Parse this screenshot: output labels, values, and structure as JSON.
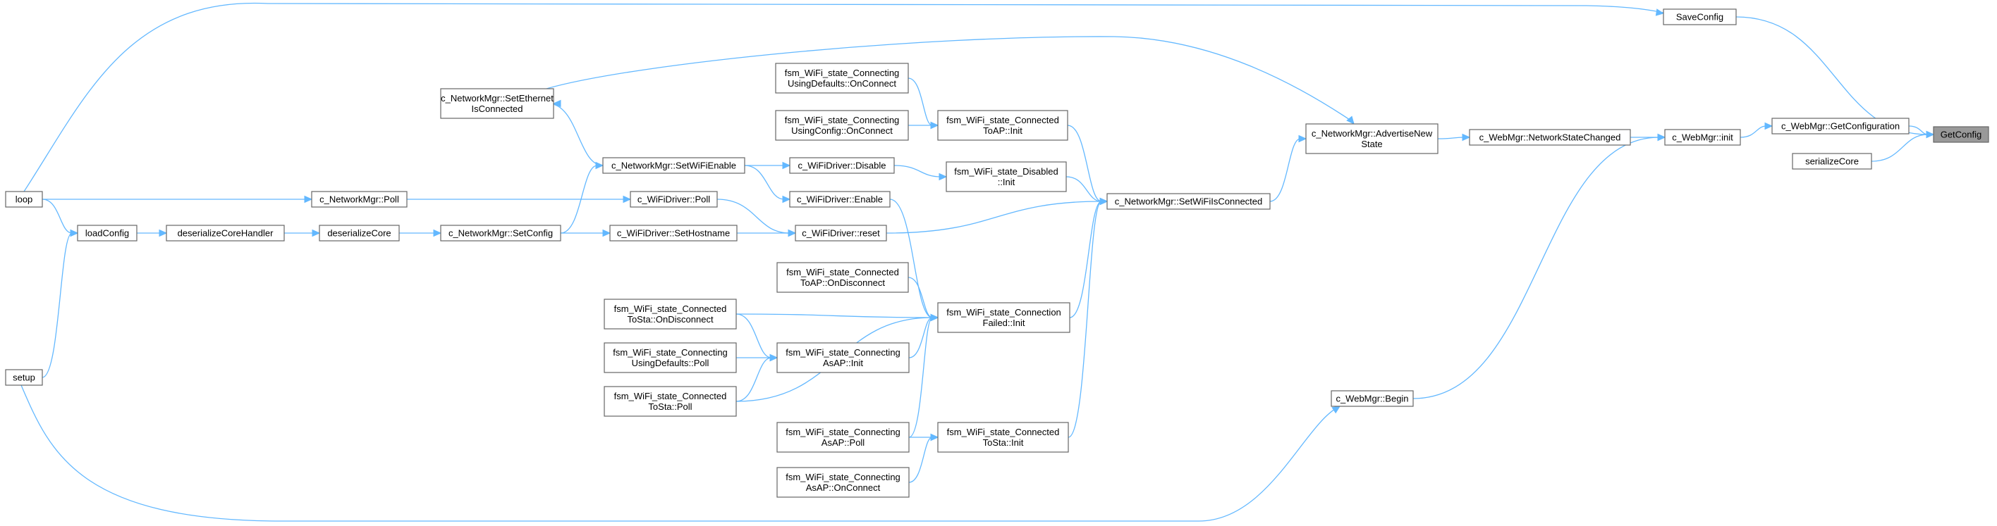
{
  "diagram": {
    "colors": {
      "edge": "#63b8ff",
      "node_border": "#666666",
      "root_fill": "#999999",
      "node_fill": "#ffffff"
    },
    "nodes": [
      {
        "id": "GetConfig",
        "lines": [
          "GetConfig"
        ],
        "root": true
      },
      {
        "id": "SaveConfig",
        "lines": [
          "SaveConfig"
        ]
      },
      {
        "id": "GetConfiguration",
        "lines": [
          "c_WebMgr::GetConfiguration"
        ]
      },
      {
        "id": "serializeCore",
        "lines": [
          "serializeCore"
        ]
      },
      {
        "id": "WebMgrInit",
        "lines": [
          "c_WebMgr::init"
        ]
      },
      {
        "id": "NetworkStateChanged",
        "lines": [
          "c_WebMgr::NetworkStateChanged"
        ]
      },
      {
        "id": "AdvertiseNewState",
        "lines": [
          "c_NetworkMgr::AdvertiseNew",
          "State"
        ]
      },
      {
        "id": "SetWiFiIsConnected",
        "lines": [
          "c_NetworkMgr::SetWiFiIsConnected"
        ]
      },
      {
        "id": "WebMgrBegin",
        "lines": [
          "c_WebMgr::Begin"
        ]
      },
      {
        "id": "SetEthernetIsConnected",
        "lines": [
          "c_NetworkMgr::SetEthernet",
          "IsConnected"
        ]
      },
      {
        "id": "SetWiFiEnable",
        "lines": [
          "c_NetworkMgr::SetWiFiEnable"
        ]
      },
      {
        "id": "WiFiDriverDisable",
        "lines": [
          "c_WiFiDriver::Disable"
        ]
      },
      {
        "id": "WiFiDriverEnable",
        "lines": [
          "c_WiFiDriver::Enable"
        ]
      },
      {
        "id": "WiFiDriverReset",
        "lines": [
          "c_WiFiDriver::reset"
        ]
      },
      {
        "id": "WiFiDriverPoll",
        "lines": [
          "c_WiFiDriver::Poll"
        ]
      },
      {
        "id": "WiFiDriverSetHostname",
        "lines": [
          "c_WiFiDriver::SetHostname"
        ]
      },
      {
        "id": "NetworkMgrPoll",
        "lines": [
          "c_NetworkMgr::Poll"
        ]
      },
      {
        "id": "NetworkMgrSetConfig",
        "lines": [
          "c_NetworkMgr::SetConfig"
        ]
      },
      {
        "id": "deserializeCore",
        "lines": [
          "deserializeCore"
        ]
      },
      {
        "id": "deserializeCoreHandler",
        "lines": [
          "deserializeCoreHandler"
        ]
      },
      {
        "id": "loadConfig",
        "lines": [
          "loadConfig"
        ]
      },
      {
        "id": "loop",
        "lines": [
          "loop"
        ]
      },
      {
        "id": "setup",
        "lines": [
          "setup"
        ]
      },
      {
        "id": "ConnUsingDefaultsOnConnect",
        "lines": [
          "fsm_WiFi_state_Connecting",
          "UsingDefaults::OnConnect"
        ]
      },
      {
        "id": "ConnUsingConfigOnConnect",
        "lines": [
          "fsm_WiFi_state_Connecting",
          "UsingConfig::OnConnect"
        ]
      },
      {
        "id": "ConnectedToAPInit",
        "lines": [
          "fsm_WiFi_state_Connected",
          "ToAP::Init"
        ]
      },
      {
        "id": "DisabledInit",
        "lines": [
          "fsm_WiFi_state_Disabled",
          "::Init"
        ]
      },
      {
        "id": "ConnectedToAPOnDisconnect",
        "lines": [
          "fsm_WiFi_state_Connected",
          "ToAP::OnDisconnect"
        ]
      },
      {
        "id": "ConnectionFailedInit",
        "lines": [
          "fsm_WiFi_state_Connection",
          "Failed::Init"
        ]
      },
      {
        "id": "ConnectedToStaOnDisconnect",
        "lines": [
          "fsm_WiFi_state_Connected",
          "ToSta::OnDisconnect"
        ]
      },
      {
        "id": "ConnUsingDefaultsPoll",
        "lines": [
          "fsm_WiFi_state_Connecting",
          "UsingDefaults::Poll"
        ]
      },
      {
        "id": "ConnectingAsAPInit",
        "lines": [
          "fsm_WiFi_state_Connecting",
          "AsAP::Init"
        ]
      },
      {
        "id": "ConnectedToStaPoll",
        "lines": [
          "fsm_WiFi_state_Connected",
          "ToSta::Poll"
        ]
      },
      {
        "id": "ConnectingAsAPPoll",
        "lines": [
          "fsm_WiFi_state_Connecting",
          "AsAP::Poll"
        ]
      },
      {
        "id": "ConnectedToStaInit",
        "lines": [
          "fsm_WiFi_state_Connected",
          "ToSta::Init"
        ]
      },
      {
        "id": "ConnectingAsAPOnConnect",
        "lines": [
          "fsm_WiFi_state_Connecting",
          "AsAP::OnConnect"
        ]
      }
    ],
    "edges": [
      [
        "SaveConfig",
        "GetConfig"
      ],
      [
        "GetConfiguration",
        "GetConfig"
      ],
      [
        "serializeCore",
        "GetConfig"
      ],
      [
        "WebMgrInit",
        "GetConfiguration"
      ],
      [
        "NetworkStateChanged",
        "WebMgrInit"
      ],
      [
        "WebMgrBegin",
        "WebMgrInit"
      ],
      [
        "AdvertiseNewState",
        "NetworkStateChanged"
      ],
      [
        "SetEthernetIsConnected",
        "AdvertiseNewState"
      ],
      [
        "SetWiFiIsConnected",
        "AdvertiseNewState"
      ],
      [
        "ConnectedToAPInit",
        "SetWiFiIsConnected"
      ],
      [
        "DisabledInit",
        "SetWiFiIsConnected"
      ],
      [
        "WiFiDriverReset",
        "SetWiFiIsConnected"
      ],
      [
        "ConnectionFailedInit",
        "SetWiFiIsConnected"
      ],
      [
        "ConnectedToStaInit",
        "SetWiFiIsConnected"
      ],
      [
        "ConnUsingDefaultsOnConnect",
        "ConnectedToAPInit"
      ],
      [
        "ConnUsingConfigOnConnect",
        "ConnectedToAPInit"
      ],
      [
        "WiFiDriverDisable",
        "DisabledInit"
      ],
      [
        "SetWiFiEnable",
        "WiFiDriverDisable"
      ],
      [
        "SetWiFiEnable",
        "WiFiDriverEnable"
      ],
      [
        "SetWiFiEnable",
        "SetEthernetIsConnected"
      ],
      [
        "WiFiDriverEnable",
        "ConnectionFailedInit"
      ],
      [
        "WiFiDriverPoll",
        "WiFiDriverReset"
      ],
      [
        "WiFiDriverSetHostname",
        "WiFiDriverReset"
      ],
      [
        "NetworkMgrSetConfig",
        "WiFiDriverSetHostname"
      ],
      [
        "NetworkMgrSetConfig",
        "SetWiFiEnable"
      ],
      [
        "NetworkMgrPoll",
        "WiFiDriverPoll"
      ],
      [
        "deserializeCore",
        "NetworkMgrSetConfig"
      ],
      [
        "deserializeCoreHandler",
        "deserializeCore"
      ],
      [
        "loadConfig",
        "deserializeCoreHandler"
      ],
      [
        "loop",
        "NetworkMgrPoll"
      ],
      [
        "loop",
        "loadConfig"
      ],
      [
        "loop",
        "SaveConfig"
      ],
      [
        "setup",
        "loadConfig"
      ],
      [
        "setup",
        "WebMgrBegin"
      ],
      [
        "ConnectedToAPOnDisconnect",
        "ConnectionFailedInit"
      ],
      [
        "ConnectedToStaOnDisconnect",
        "ConnectionFailedInit"
      ],
      [
        "ConnectedToStaOnDisconnect",
        "ConnectingAsAPInit"
      ],
      [
        "ConnUsingDefaultsPoll",
        "ConnectingAsAPInit"
      ],
      [
        "ConnectedToStaPoll",
        "ConnectingAsAPInit"
      ],
      [
        "ConnectingAsAPInit",
        "ConnectionFailedInit"
      ],
      [
        "ConnectedToStaPoll",
        "ConnectionFailedInit"
      ],
      [
        "ConnectingAsAPPoll",
        "ConnectionFailedInit"
      ],
      [
        "ConnectingAsAPPoll",
        "ConnectedToStaInit"
      ],
      [
        "ConnectingAsAPOnConnect",
        "ConnectedToStaInit"
      ]
    ]
  }
}
